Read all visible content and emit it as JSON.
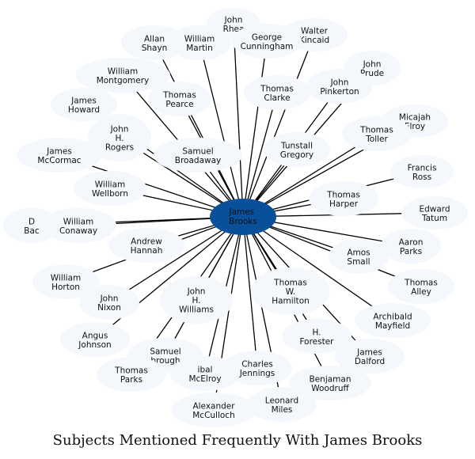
{
  "title": "Subjects Mentioned Frequently With James Brooks",
  "colors": {
    "center": "#08509a",
    "node": "#f4f8fd",
    "edge": "#000000"
  },
  "center": {
    "id": "james-brooks",
    "label": [
      "James",
      "Brooks"
    ]
  },
  "nodes": [
    {
      "id": "john-rhea",
      "label": [
        "John",
        "Rhea"
      ]
    },
    {
      "id": "walter-kincaid",
      "label": [
        "Walter",
        "Kincaid"
      ]
    },
    {
      "id": "george-cunningham",
      "label": [
        "George",
        "Cunningham"
      ]
    },
    {
      "id": "allan-shayn",
      "label": [
        "Allan",
        "Shayn"
      ]
    },
    {
      "id": "william-martin",
      "label": [
        "William",
        "Martin"
      ]
    },
    {
      "id": "john-prude",
      "label": [
        "John",
        "Prude"
      ]
    },
    {
      "id": "william-montgomery",
      "label": [
        "William",
        "Montgomery"
      ]
    },
    {
      "id": "john-pinkerton",
      "label": [
        "John",
        "Pinkerton"
      ]
    },
    {
      "id": "thomas-clarke",
      "label": [
        "Thomas",
        "Clarke"
      ]
    },
    {
      "id": "thomas-pearce",
      "label": [
        "Thomas",
        "Pearce"
      ]
    },
    {
      "id": "james-howard",
      "label": [
        "James",
        "Howard"
      ]
    },
    {
      "id": "micajah-elroy",
      "label": [
        "Micajah",
        "Elroy"
      ]
    },
    {
      "id": "thomas-toller",
      "label": [
        "Thomas",
        "Toller"
      ]
    },
    {
      "id": "john-h-rogers",
      "label": [
        "John",
        "H.",
        "Rogers"
      ]
    },
    {
      "id": "tunstall-gregory",
      "label": [
        "Tunstall",
        "Gregory"
      ]
    },
    {
      "id": "james-mccormac",
      "label": [
        "James",
        "McCormac"
      ]
    },
    {
      "id": "samuel-broadaway",
      "label": [
        "Samuel",
        "Broadaway"
      ]
    },
    {
      "id": "francis-ross",
      "label": [
        "Francis",
        "Ross"
      ]
    },
    {
      "id": "william-wellborn",
      "label": [
        "William",
        "Wellborn"
      ]
    },
    {
      "id": "thomas-harper",
      "label": [
        "Thomas",
        "Harper"
      ]
    },
    {
      "id": "edward-tatum",
      "label": [
        "Edward",
        "Tatum"
      ]
    },
    {
      "id": "d-bac",
      "label": [
        "D",
        "Bac"
      ]
    },
    {
      "id": "william-conaway",
      "label": [
        "William",
        "Conaway"
      ]
    },
    {
      "id": "aaron-parks",
      "label": [
        "Aaron",
        "Parks"
      ]
    },
    {
      "id": "andrew-hannah",
      "label": [
        "Andrew",
        "Hannah"
      ]
    },
    {
      "id": "amos-small",
      "label": [
        "Amos",
        "Small"
      ]
    },
    {
      "id": "william-horton",
      "label": [
        "William",
        "Horton"
      ]
    },
    {
      "id": "thomas-alley",
      "label": [
        "Thomas",
        "Alley"
      ]
    },
    {
      "id": "thomas-w-hamilton",
      "label": [
        "Thomas",
        "W.",
        "Hamilton"
      ]
    },
    {
      "id": "john-h-williams",
      "label": [
        "John",
        "H.",
        "Williams"
      ]
    },
    {
      "id": "john-nixon",
      "label": [
        "John",
        "Nixon"
      ]
    },
    {
      "id": "archibald-mayfield",
      "label": [
        "Archibald",
        "Mayfield"
      ]
    },
    {
      "id": "h-forester",
      "label": [
        "H.",
        "Forester"
      ]
    },
    {
      "id": "angus-johnson",
      "label": [
        "Angus",
        "Johnson"
      ]
    },
    {
      "id": "james-dalford",
      "label": [
        "James",
        "Dalford"
      ]
    },
    {
      "id": "samuel-brough",
      "label": [
        "Samuel",
        "brough"
      ]
    },
    {
      "id": "charles-jennings",
      "label": [
        "Charles",
        "Jennings"
      ]
    },
    {
      "id": "archibald-mcelroy",
      "label": [
        "ibal",
        "McElroy"
      ]
    },
    {
      "id": "thomas-parks",
      "label": [
        "Thomas",
        "Parks"
      ]
    },
    {
      "id": "benjaman-woodruff",
      "label": [
        "Benjaman",
        "Woodruff"
      ]
    },
    {
      "id": "leonard-miles",
      "label": [
        "Leonard",
        "Miles"
      ]
    },
    {
      "id": "alexander-mcculloch",
      "label": [
        "Alexander",
        "McCulloch"
      ]
    }
  ]
}
